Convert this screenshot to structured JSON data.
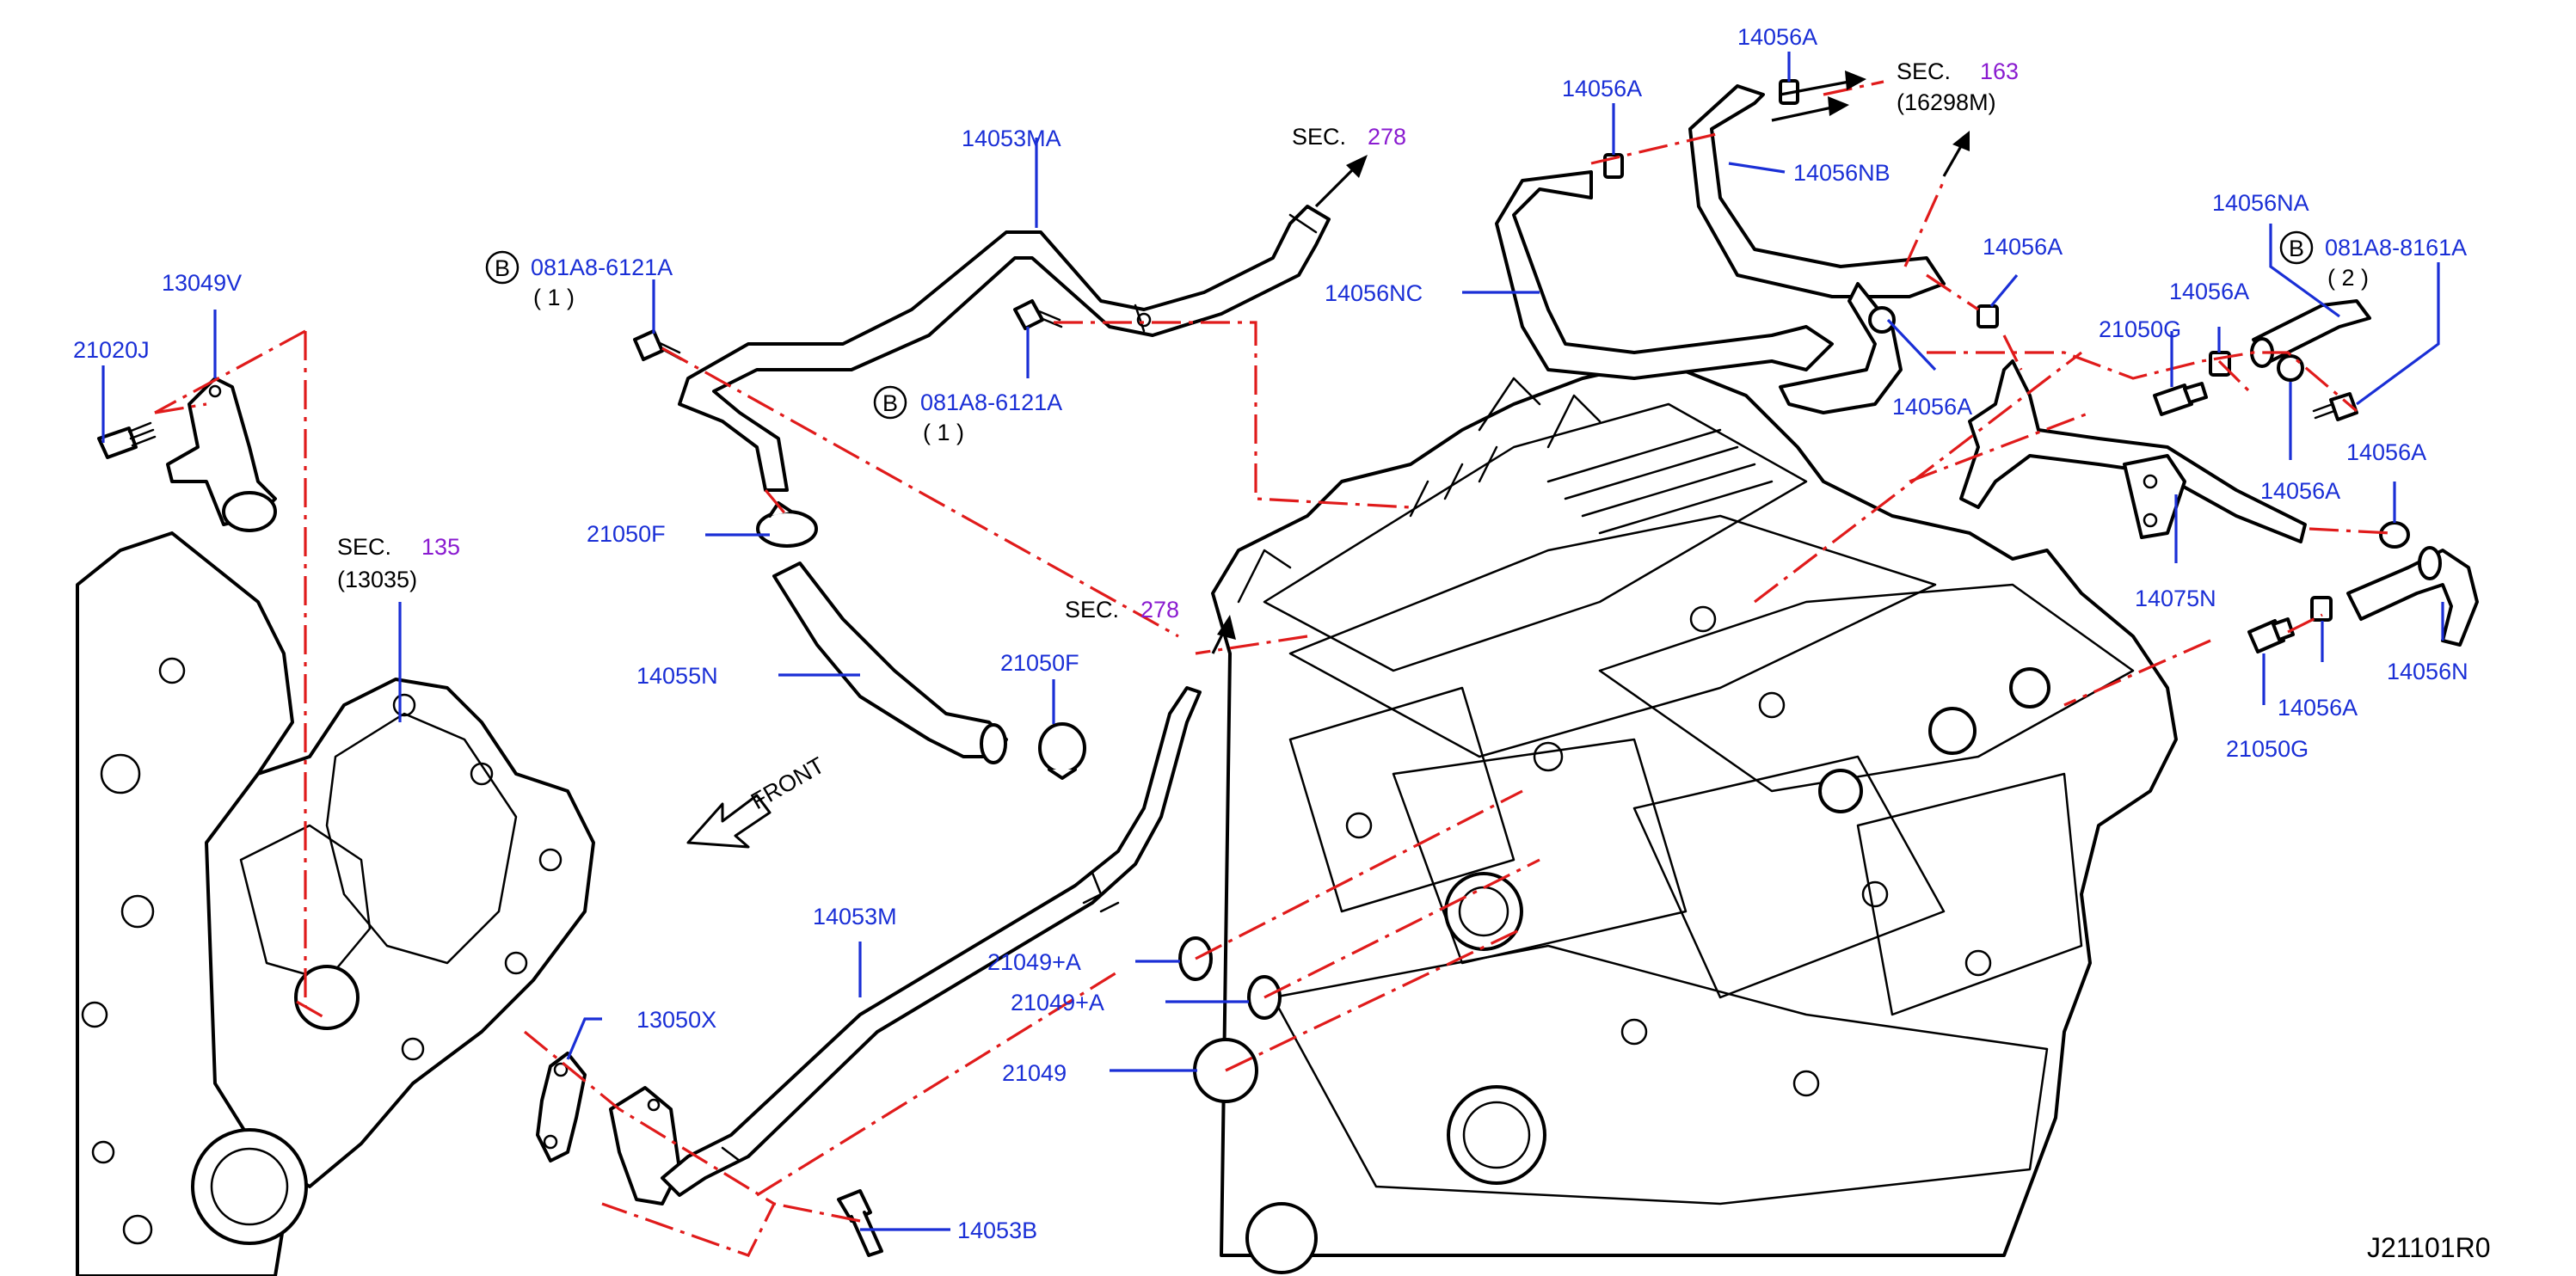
{
  "labels": {
    "p14053MA": "14053MA",
    "p14053M": "14053M",
    "p14053B": "14053B",
    "p14055N": "14055N",
    "p13049V": "13049V",
    "p21020J": "21020J",
    "p13050X": "13050X",
    "p21050F_a": "21050F",
    "p21050F_b": "21050F",
    "p21049A_1": "21049+A",
    "p21049A_2": "21049+A",
    "p21049": "21049",
    "p14056A_1": "14056A",
    "p14056A_2": "14056A",
    "p14056A_3": "14056A",
    "p14056A_4": "14056A",
    "p14056A_5": "14056A",
    "p14056A_6": "14056A",
    "p14056A_7": "14056A",
    "p14056A_8": "14056A",
    "p14056NB": "14056NB",
    "p14056NC": "14056NC",
    "p14056NA": "14056NA",
    "p14056N": "14056N",
    "p21050G_1": "21050G",
    "p21050G_2": "21050G",
    "p14075N": "14075N",
    "bolt1": "081A8-6121A",
    "bolt1_qty": "( 1 )",
    "bolt2": "081A8-6121A",
    "bolt2_qty": "( 1 )",
    "bolt3": "081A8-8161A",
    "bolt3_qty": "( 2 )",
    "bolt_marker": "B"
  },
  "sections": {
    "sec_prefix": "SEC.",
    "s278_top": "278",
    "s278_mid": "278",
    "s135": "135",
    "s135_sub": "(13035)",
    "s163": "163",
    "s163_sub": "(16298M)"
  },
  "front_label": "FRONT",
  "diagram_code": "J21101R0",
  "colors": {
    "callout": "#1a2fd6",
    "section_number": "#8a1bd0",
    "centerline": "#e01b1b",
    "linework": "#000000"
  }
}
